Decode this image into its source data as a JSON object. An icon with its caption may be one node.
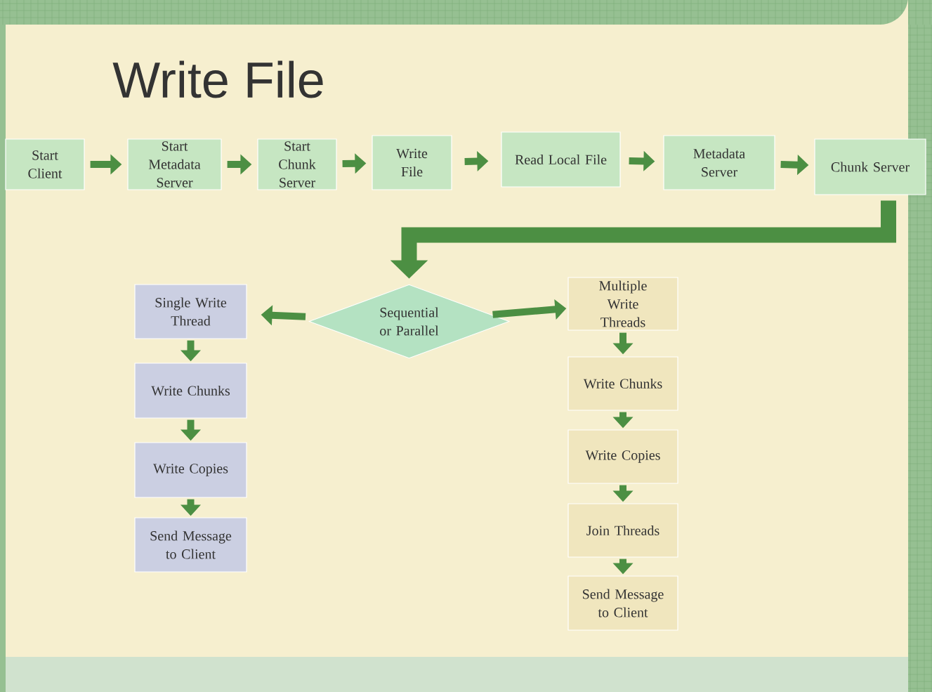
{
  "diagram": {
    "title": "Write File",
    "nodes": [
      {
        "text": [
          "Start Client"
        ]
      },
      {
        "text": [
          "Start Metadata Server"
        ]
      },
      {
        "text": [
          "Start Chunk Server"
        ]
      },
      {
        "text": [
          "Write File"
        ]
      },
      {
        "text": [
          "Read Local File"
        ]
      },
      {
        "text": [
          "Metadata Server"
        ]
      },
      {
        "text": [
          "Chunk Server"
        ]
      },
      {
        "text": [
          "Sequential or Parallel"
        ]
      },
      {
        "text": [
          "Single Write Thread"
        ]
      },
      {
        "text": [
          "Write Chunks"
        ]
      },
      {
        "text": [
          "Write Copies"
        ]
      },
      {
        "text": [
          "Send Message to Client"
        ]
      },
      {
        "text": [
          "Multiple Write Threads"
        ]
      },
      {
        "text": [
          "Write Chunks"
        ]
      },
      {
        "text": [
          "Write Copies"
        ]
      },
      {
        "text": [
          "Join Threads"
        ]
      },
      {
        "text": [
          "Send Message to Client"
        ]
      }
    ],
    "edges": [
      {
        "from": 0,
        "to": 1,
        "arrow": "to"
      },
      {
        "from": 1,
        "to": 2,
        "arrow": "to"
      },
      {
        "from": 2,
        "to": 3,
        "arrow": "to"
      },
      {
        "from": 3,
        "to": 4,
        "arrow": "to"
      },
      {
        "from": 4,
        "to": 5,
        "arrow": "to"
      },
      {
        "from": 5,
        "to": 6,
        "arrow": "to"
      },
      {
        "from": 6,
        "to": 7,
        "arrow": "to",
        "style": "thick"
      },
      {
        "from": 7,
        "to": 8,
        "arrow": "to"
      },
      {
        "from": 7,
        "to": 12,
        "arrow": "to"
      },
      {
        "from": 8,
        "to": 9,
        "arrow": "to"
      },
      {
        "from": 9,
        "to": 10,
        "arrow": "to"
      },
      {
        "from": 10,
        "to": 11,
        "arrow": "to"
      },
      {
        "from": 12,
        "to": 13,
        "arrow": "to"
      },
      {
        "from": 13,
        "to": 14,
        "arrow": "to"
      },
      {
        "from": 14,
        "to": 15,
        "arrow": "to"
      },
      {
        "from": 15,
        "to": 16,
        "arrow": "to"
      }
    ]
  }
}
